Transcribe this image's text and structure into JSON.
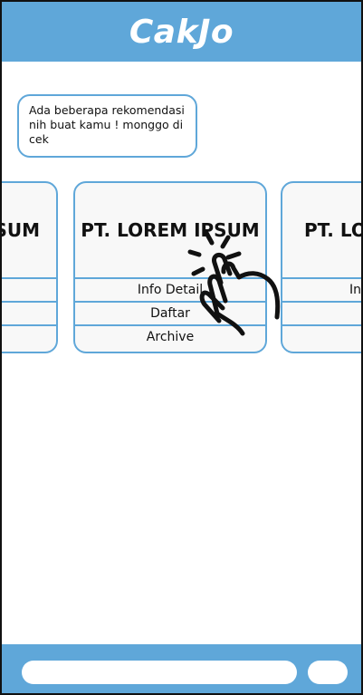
{
  "header": {
    "title": "CakJo"
  },
  "chat": {
    "message": "Ada beberapa rekomendasi nih buat kamu ! monggo di cek"
  },
  "cards": [
    {
      "title": "PT. LOREM IPSUM",
      "visible_title": "SUM",
      "actions": [
        "",
        "",
        ""
      ]
    },
    {
      "title": "PT. LOREM IPSUM",
      "actions": [
        "Info Detail",
        "Daftar",
        "Archive"
      ]
    },
    {
      "title": "PT. LOREM IPSUM",
      "visible_title": "PT. LOR",
      "actions": [
        "Info",
        "",
        ""
      ]
    }
  ],
  "footer": {
    "input_placeholder": "",
    "send_label": ""
  },
  "icons": {
    "tap_gesture": "tap-hand-icon"
  },
  "colors": {
    "primary": "#5fa7d9",
    "card_bg": "#f8f8f8"
  }
}
